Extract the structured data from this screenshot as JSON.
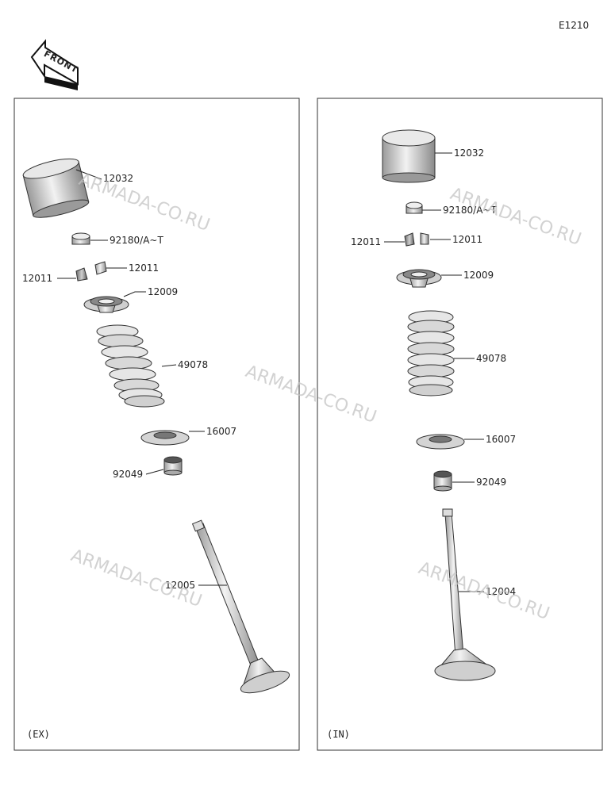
{
  "diagram_code": "E1210",
  "front_label": "FRONT",
  "watermark": "ARMADA-CO.RU",
  "panels": {
    "exhaust": {
      "label": "(EX)",
      "parts": {
        "tappet": "12032",
        "shim": "92180/A~T",
        "cotter_right": "12011",
        "cotter_left": "12011",
        "retainer": "12009",
        "spring": "49078",
        "seat": "16007",
        "seal": "92049",
        "valve": "12005"
      }
    },
    "intake": {
      "label": "(IN)",
      "parts": {
        "tappet": "12032",
        "shim": "92180/A~T",
        "cotter_left": "12011",
        "cotter_right": "12011",
        "retainer": "12009",
        "spring": "49078",
        "seat": "16007",
        "seal": "92049",
        "valve": "12004"
      }
    }
  }
}
